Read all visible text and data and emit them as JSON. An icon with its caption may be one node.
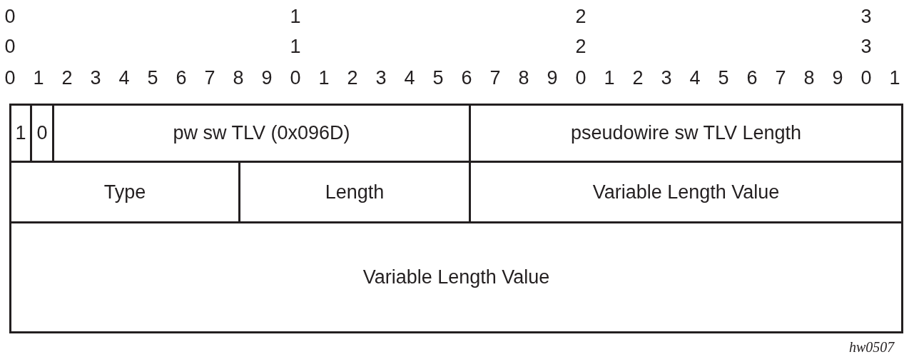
{
  "diagram": {
    "nodes": [
      {
        "text": [
          "1"
        ]
      },
      {
        "text": [
          "0"
        ]
      },
      {
        "text": [
          "pw sw TLV (0x096D)"
        ]
      },
      {
        "text": [
          "pseudowire sw TLV Length"
        ]
      },
      {
        "text": [
          "Type"
        ]
      },
      {
        "text": [
          "Length"
        ]
      },
      {
        "text": [
          "Variable Length Value"
        ]
      },
      {
        "text": [
          "Variable Length Value"
        ]
      }
    ],
    "edges": [],
    "labels": [
      "0",
      "1",
      "2",
      "3",
      "0",
      "1",
      "2",
      "3",
      "0",
      "1",
      "2",
      "3",
      "4",
      "5",
      "6",
      "7",
      "8",
      "9",
      "0",
      "1",
      "2",
      "3",
      "4",
      "5",
      "6",
      "7",
      "8",
      "9",
      "0",
      "1",
      "2",
      "3",
      "4",
      "5",
      "6",
      "7",
      "8",
      "9",
      "0",
      "1",
      "hw0507"
    ]
  }
}
